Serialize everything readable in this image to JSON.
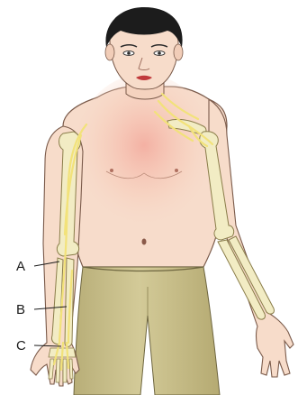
{
  "labels": {
    "a": "A",
    "b": "B",
    "c": "C"
  },
  "colors": {
    "skin": "#f6d7c5",
    "skin_glow": "#f4b3a6",
    "skin_outline": "#7a5a4a",
    "hair": "#1c1c1c",
    "trousers": "#c9bf8c",
    "trousers_shade": "#aea56f",
    "bone": "#f2ecc4",
    "bone_outline": "#8a7d4a",
    "nerve": "#f2e27a",
    "lips": "#c0393b",
    "leader_line": "#1a1a1a"
  }
}
